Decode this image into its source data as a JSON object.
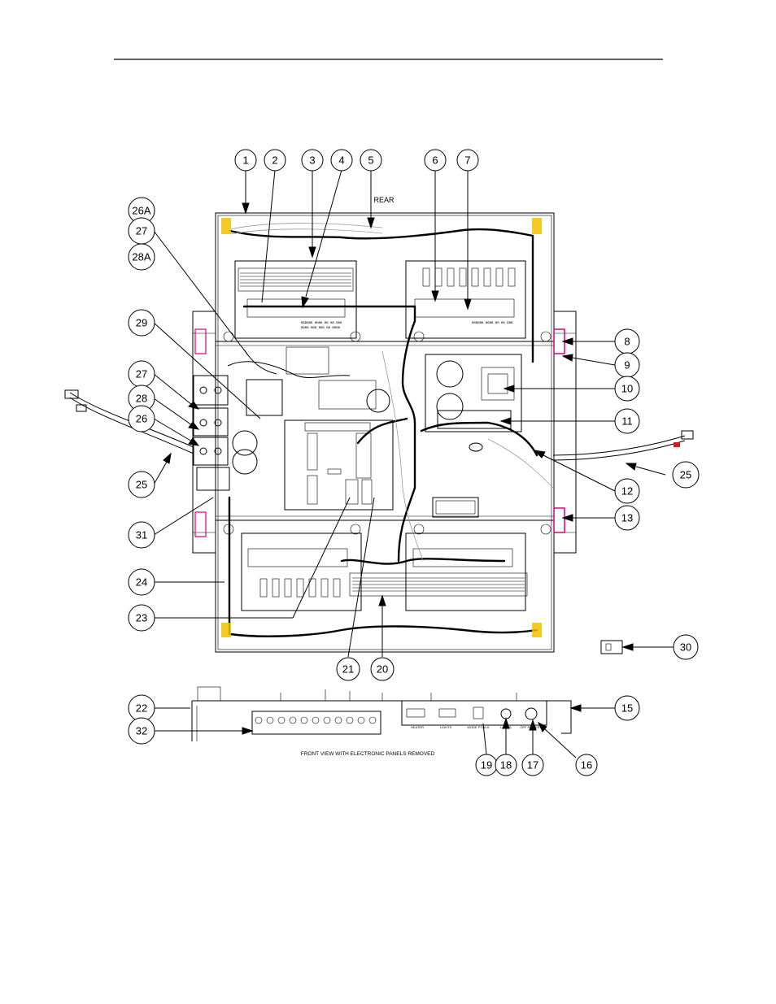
{
  "drawing": {
    "rear_label": "REAR",
    "front_view_caption": "FRONT VIEW WITH ELECTRONIC PANELS REMOVED",
    "front_panel_labels": [
      "HEATER",
      "LIGHTS",
      "MODE PTWLS",
      "LAMPS",
      "OFF POWER ON"
    ],
    "callouts": [
      "1",
      "2",
      "3",
      "4",
      "5",
      "6",
      "7",
      "26A",
      "27",
      "28A",
      "29",
      "27",
      "28",
      "26",
      "25",
      "31",
      "24",
      "23",
      "21",
      "20",
      "8",
      "9",
      "10",
      "11",
      "25",
      "12",
      "13",
      "30",
      "22",
      "32",
      "15",
      "19",
      "18",
      "17",
      "16"
    ]
  },
  "colors": {
    "line": "#000000",
    "highlight_yellow": "#f2c200",
    "highlight_magenta": "#d6007e",
    "highlight_red": "#cc2020"
  }
}
